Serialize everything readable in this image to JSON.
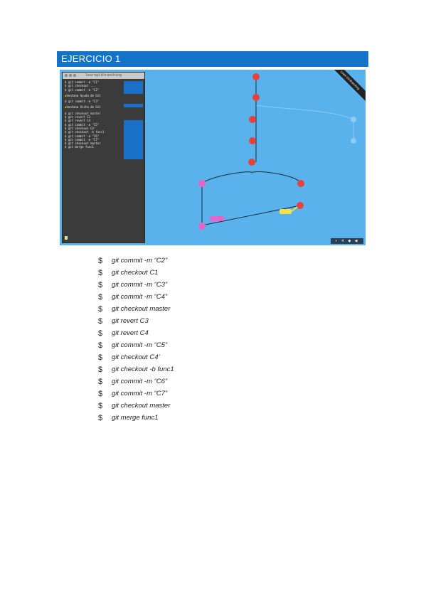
{
  "heading": "EJERCICIO 1",
  "screenshot": {
    "terminal_title": "learngitbranching",
    "terminal_lines_top": [
      "$ git commit -m \"C1\"",
      "$ git checkout ...",
      "$ git commit -m \"C2\""
    ],
    "hint_1": "Ventana Ayuda de Git",
    "terminal_line_mid": "$ git commit -m \"C3\"",
    "hint_2": "Ventana Vista de Git",
    "terminal_lines_bottom": [
      "$ git checkout master",
      "$ git revert C3",
      "$ git revert C4",
      "$ git commit -m \"C5\"",
      "$ git checkout C4'",
      "$ git checkout -b func1",
      "$ git commit -m \"C6\"",
      "$ git commit -m \"C7\"",
      "$ git checkout master",
      "$ git merge func1"
    ],
    "ribbon_text": "Learn Git Branching",
    "controls": "◐ ⟲ ◆ ◀"
  },
  "commands_prefix": "$",
  "commands": [
    "git commit -m “C2”",
    "git checkout C1",
    "git commit -m “C3”",
    "git commit -m “C4”",
    "git checkout master",
    "git revert C3",
    "git revert C4",
    "git commit -m “C5”",
    "git checkout C4’",
    "git checkout -b func1",
    "git commit -m “C6”",
    "git commit -m “C7”",
    "git checkout master",
    "git merge func1"
  ],
  "colors": {
    "heading_bg": "#1273c9",
    "canvas_bg": "#5ab2ec",
    "commit_red": "#e8413c",
    "commit_pink": "#e964c8",
    "label_yellow": "#f7e14a"
  }
}
